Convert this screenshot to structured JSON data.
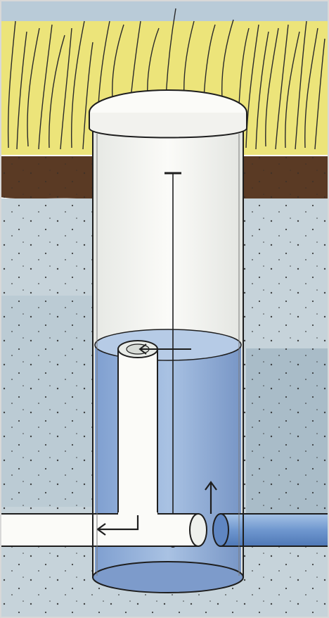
{
  "illustration": {
    "colors": {
      "sky": "#b9cbd8",
      "grass": "#ece47a",
      "topsoil": "#5a3a24",
      "ground": "#c6d3da",
      "ground_dark": "#a9bcc8",
      "chamber_glass": "#f3f4f1",
      "water": "#8fb0d6",
      "water_dark": "#6f95c8",
      "outlet_pipe": "#fbfbf8",
      "inlet_pipe": "#7ea4d6",
      "outline": "#1e1e1e"
    },
    "flow_arrows": [
      "outlet-arrow",
      "inlet-arrow",
      "standpipe-arrow"
    ],
    "float_switch": "present"
  }
}
